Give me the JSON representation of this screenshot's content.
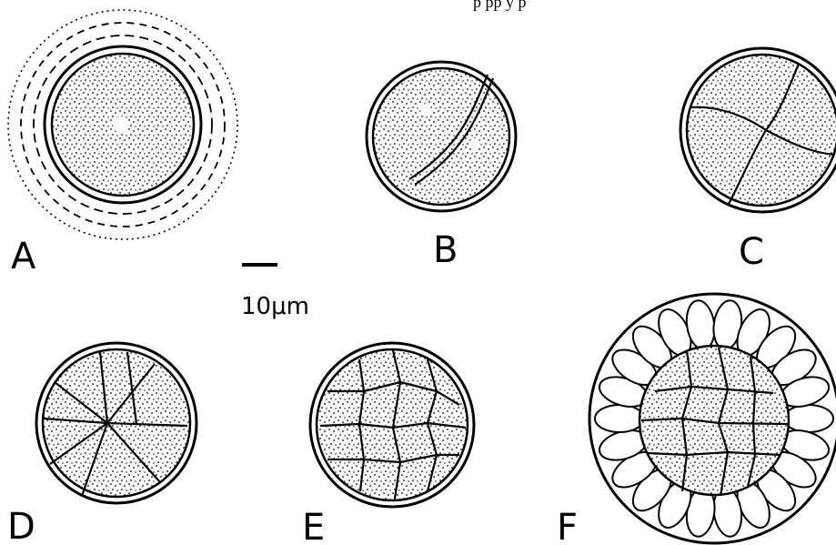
{
  "figure": {
    "top_fragment": "p       pp     y   p",
    "panels": [
      {
        "id": "A",
        "label": "A"
      },
      {
        "id": "B",
        "label": "B"
      },
      {
        "id": "C",
        "label": "C"
      },
      {
        "id": "D",
        "label": "D"
      },
      {
        "id": "E",
        "label": "E"
      },
      {
        "id": "F",
        "label": "F"
      }
    ],
    "scale_bar": {
      "label": "10μm"
    }
  }
}
